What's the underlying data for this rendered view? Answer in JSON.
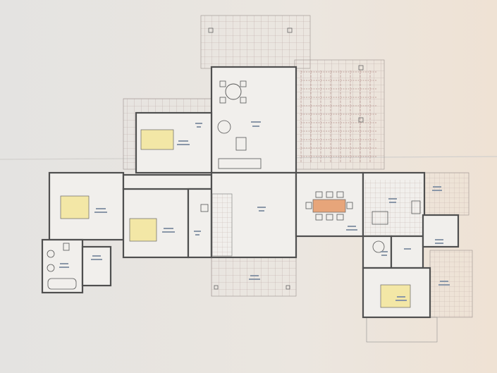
{
  "drawing": {
    "kind": "architectural-floor-plan",
    "room_labels_legible": false
  },
  "colors": {
    "paper_left": "#e6e4e1",
    "paper_right": "#efe4d8",
    "wall_line": "#5a5a5a",
    "grid_line": "#b9a9a6",
    "bed_fill": "#f3e7a6",
    "table_fill": "#e7a57a",
    "label_ink": "#7a8aa0"
  },
  "rooms": [
    {
      "type": "living-room"
    },
    {
      "type": "bedroom"
    },
    {
      "type": "bedroom"
    },
    {
      "type": "bedroom"
    },
    {
      "type": "bedroom"
    },
    {
      "type": "hall"
    },
    {
      "type": "dining-room"
    },
    {
      "type": "kitchen"
    },
    {
      "type": "bathroom"
    },
    {
      "type": "bathroom"
    },
    {
      "type": "bathroom"
    },
    {
      "type": "porch"
    },
    {
      "type": "terrace"
    }
  ]
}
